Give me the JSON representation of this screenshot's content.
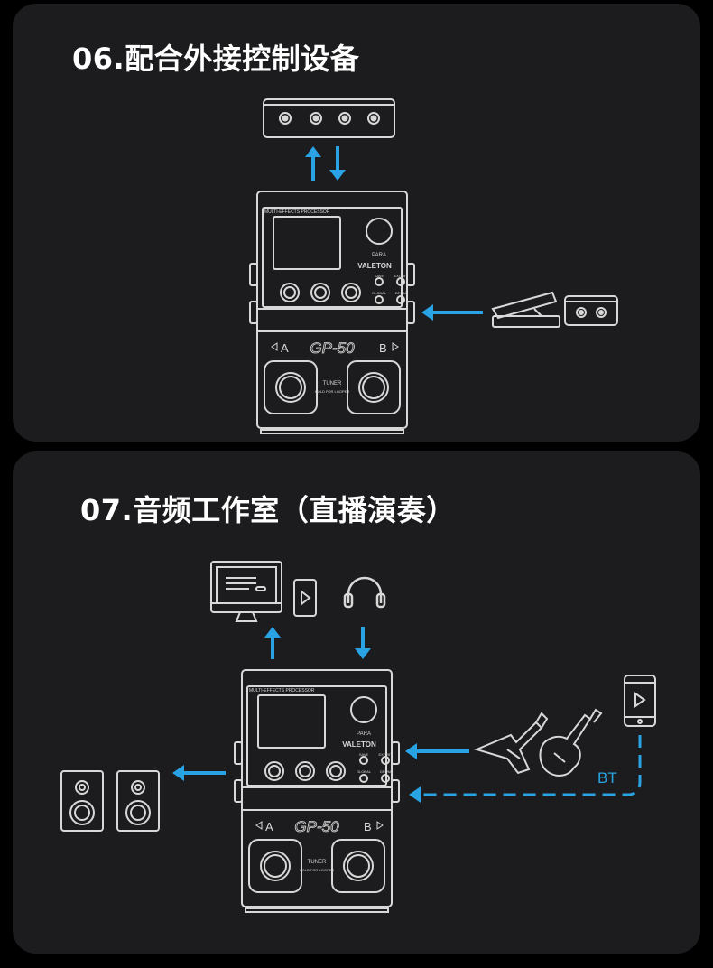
{
  "sections": [
    {
      "id": "06",
      "title": "06.配合外接控制设备"
    },
    {
      "id": "07",
      "title": "07.音频工作室（直播演奏）"
    }
  ],
  "device": {
    "header": "MULTI-EFFECTS PROCESSOR",
    "knob_label": "PARA",
    "brand": "VALETON",
    "model": "GP-50",
    "btn_save": "SAVE",
    "btn_exit": "EXIT/BT",
    "btn_global": "GLOBAL",
    "btn_drum": "DRUM",
    "side_a": "A",
    "side_b": "B",
    "tuner": "TUNER",
    "looper": "HOLD FOR LOOPER"
  },
  "connections": {
    "bluetooth": "BT"
  },
  "colors": {
    "panel": "#1c1c1e",
    "arrow": "#29a3e4",
    "outline": "#d8d8d8"
  }
}
